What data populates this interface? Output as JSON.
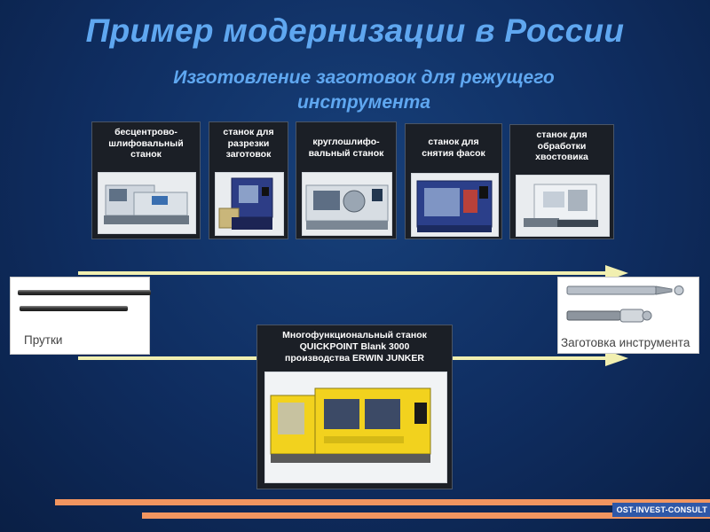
{
  "title": "Пример модернизации в России",
  "subtitle": "Изготовление заготовок для режущего инструмента",
  "machines": [
    {
      "label": "бесцентрово-\nшлифовальный\nстанок"
    },
    {
      "label": "станок для\nразрезки\nзаготовок"
    },
    {
      "label": "круглошлифо-\nвальный станок"
    },
    {
      "label": "станок для\nснятия  фасок"
    },
    {
      "label": "станок для\nобработки\nхвостовика"
    }
  ],
  "input_panel": {
    "label": "Прутки"
  },
  "output_panel": {
    "label": "Заготовка инструмента"
  },
  "featured": {
    "label": "Многофункциональный станок\nQUICKPOINT Blank 3000\nпроизводства ERWIN JUNKER"
  },
  "brand": "OST-INVEST-CONSULT",
  "colors": {
    "title": "#5fa7f0",
    "arrow": "#f1efb0",
    "stripe": "#f19560",
    "machine_yellow": "#f2d21e"
  }
}
